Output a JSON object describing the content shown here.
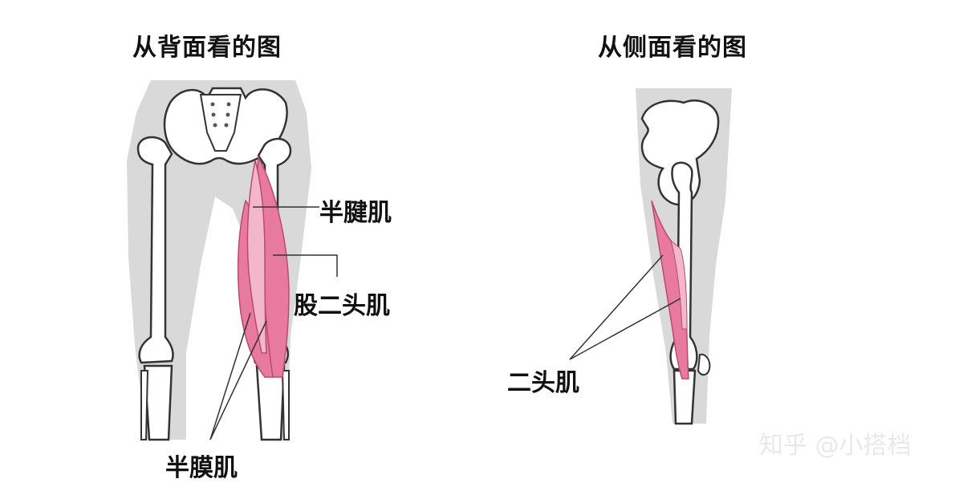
{
  "titles": {
    "back_view": "从背面看的图",
    "side_view": "从侧面看的图"
  },
  "labels": {
    "semitendinosus": "半腱肌",
    "biceps_femoris": "股二头肌",
    "semimembranosus": "半膜肌",
    "biceps": "二头肌"
  },
  "watermark": "知乎 @小搭档",
  "colors": {
    "silhouette": "#d9d9d9",
    "bone_fill": "#ffffff",
    "bone_stroke": "#333333",
    "muscle": "#e8799f",
    "muscle_light": "#f3b6cb",
    "text": "#111111"
  }
}
